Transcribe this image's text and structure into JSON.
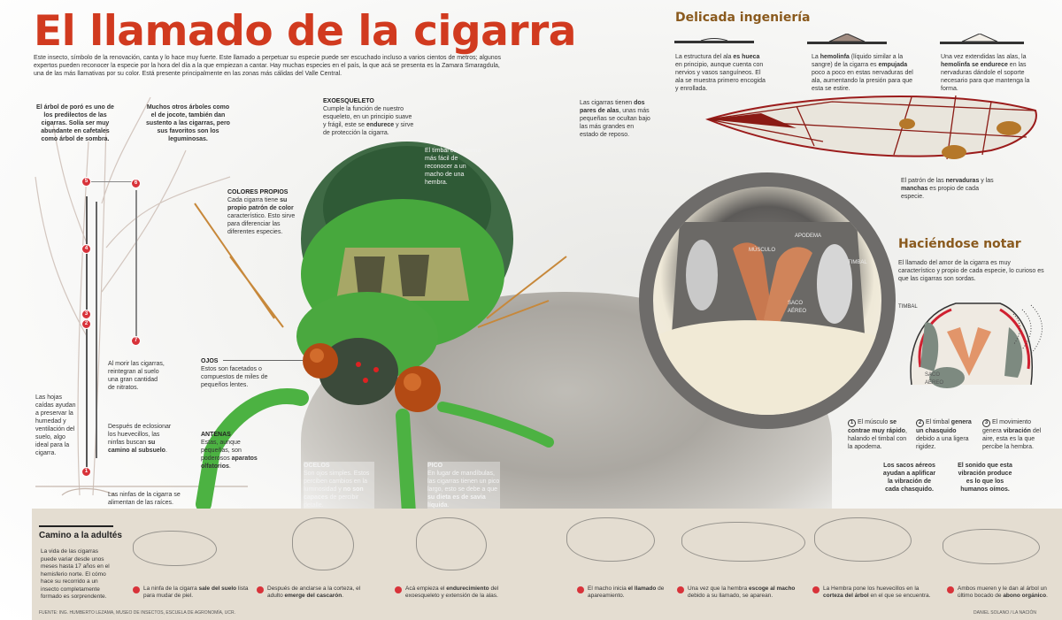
{
  "header": {
    "title": "El llamado de la cigarra",
    "intro": "Este insecto, símbolo de la renovación, canta y lo hace muy fuerte. Este llamado a perpetuar su especie puede ser escuchado incluso a varios cientos de metros; algunos expertos pueden reconocer la especie por la hora del día a la que empiezan a cantar. Hay muchas especies en el país, la que acá se presenta es la Zamara Smaragdula, una de las más llamativas por su color. Está presente principalmente en las zonas más cálidas del Valle Central."
  },
  "tree": {
    "poro_note": "El árbol de poró es uno de los predilectos de las cigarras. Solía ser muy abundante en cafetales como árbol de sombra.",
    "other_trees_note": "Muchos otros árboles como el de jocote, también dan sustento a las cigarras, pero sus favoritos son los leguminosas.",
    "dead_note": "Al morir las cigarras, reintegran al suelo una gran cantidad de nitratos.",
    "leaves_note": "Las hojas caídas ayudan a preservar la humedad y ventilación del suelo, algo ideal para la cigarra.",
    "hatch_note_a": "Después de eclosionar los huevecillos, las ninfas buscan ",
    "hatch_note_b": "su camino al subsuelo",
    "hatch_note_c": ".",
    "roots_note": "Las ninfas de la cigarra se alimentan de las raíces.",
    "markers": [
      "1",
      "2",
      "3",
      "4",
      "5",
      "6",
      "7"
    ]
  },
  "anatomy": {
    "exo_title": "EXOESQUELETO",
    "exo_text_a": "Cumple la función de nuestro esqueleto, en un principio suave y frágil, este se ",
    "exo_text_b": "endurece",
    "exo_text_c": " y sirve de protección la cigarra.",
    "timbal_note": "El timbal es la forma más fácil de reconocer a un macho de una hembra.",
    "colors_title": "COLORES PROPIOS",
    "colors_text_a": "Cada cigarra tiene ",
    "colors_text_b": "su propio patrón de color",
    "colors_text_c": " característico. Esto sirve para diferenciar las diferentes especies.",
    "eyes_title": "OJOS",
    "eyes_text": "Estos son facetados o compuestos de miles de pequeños lentes.",
    "antennae_title": "ANTENAS",
    "antennae_text_a": "Estas, aunque pequeñas, son poderosos ",
    "antennae_text_b": "aparatos olfatorios",
    "antennae_text_c": ".",
    "ocelli_title": "OCELOS",
    "ocelli_text_a": "Son ojos simples. Estos perciben cambios en la luminosidad y ",
    "ocelli_text_b": "no son capaces",
    "ocelli_text_c": " de percibir detalle.",
    "beak_title": "PICO",
    "beak_text_a": "En lugar de mandíbulas, las cigarras tienen un pico largo, esto se debe a que ",
    "beak_text_b": "su dieta es de savia líquida",
    "beak_text_c": ".",
    "wings_note_a": "Las cigarras tienen ",
    "wings_note_b": "dos pares de alas",
    "wings_note_c": ", unas más pequeñas se ocultan bajo las más grandes en estado de reposo."
  },
  "engineering": {
    "title": "Delicada ingeniería",
    "steps": [
      {
        "a": "La estructura del ala ",
        "b": "es hueca",
        "c": " en principio, aunque cuenta con nervios y vasos sanguíneos. El ala se muestra primero encogida y enrollada."
      },
      {
        "a": "La ",
        "b": "hemolinfa",
        "c": " (líquido similar a la sangre) de la cigarra es ",
        "d": "empujada",
        "e": " poco a poco en estas nervaduras del ala, aumentando la presión para que esta se estire."
      },
      {
        "a": "Una vez extendidas las alas, la ",
        "b": "hemolinfa se endurece",
        "c": " en las nervaduras dándole el soporte necesario para que mantenga la forma."
      }
    ],
    "pattern_a": "El patrón de las ",
    "pattern_b": "nervaduras",
    "pattern_c": " y las ",
    "pattern_d": "manchas",
    "pattern_e": " es propio de cada especie."
  },
  "zoom_circle": {
    "apodema": "APODEMA",
    "musculo": "MÚSCULO",
    "timbal": "TIMBAL",
    "saco": "SACO AÉREO"
  },
  "sound": {
    "title": "Haciéndose notar",
    "intro": "El llamado del amor de la cigarra es muy característico y propio de cada especie, lo curioso es que las cigarras son sordas.",
    "timbal_label": "TIMBAL",
    "saco_label": "SACO AÉREO",
    "steps": [
      {
        "n": "1",
        "a": "El músculo ",
        "b": "se contrae muy rápido",
        "c": ", halando el timbal con la apodema."
      },
      {
        "n": "2",
        "a": "El timbal ",
        "b": "genera un chasquido",
        "c": " debido a una ligera rigidez."
      },
      {
        "n": "3",
        "a": "El movimiento genera ",
        "b": "vibración",
        "c": " del aire, esta es la que percibe la hembra."
      }
    ],
    "sacs_note": "Los sacos aéreos ayudan a aplificar la vibración de cada chasquido.",
    "human_note": "El sonido que esta vibración produce es lo que los humanos oímos."
  },
  "lifecycle": {
    "title": "Camino a la adultés",
    "intro": "La vida de las cigarras puede variar desde unos meses hasta 17 años en el hemisferio norte. El cómo hace su recorrido a un insecto completamente formado es sorprendente.",
    "steps": [
      {
        "a": "La ninfa de la cigarra ",
        "b": "sale del suelo",
        "c": " lista para mudar de piel."
      },
      {
        "a": "Después de anclarse a la corteza, el adulto ",
        "b": "emerge del cascarón",
        "c": "."
      },
      {
        "a": "Acá empieza el ",
        "b": "endurecimiento",
        "c": " del exoesqueleto y extensión de la alas."
      },
      {
        "a": "El macho inicia ",
        "b": "el llamado",
        "c": " de apareamiento."
      },
      {
        "a": "Una vez que la hembra ",
        "b": "escoge al macho",
        "c": " debido a su llamado, se aparean."
      },
      {
        "a": "La Hembra pone los huevecillos en la ",
        "b": "corteza del árbol",
        "c": " en el que se encuentra."
      },
      {
        "a": "Ambos mueren y le dan al árbol un último bocado de ",
        "b": "abono orgánico",
        "c": "."
      }
    ]
  },
  "footer": {
    "source": "FUENTE: ING. HUMBERTO LEZAMA, MUSEO DE INSECTOS, ESCUELA DE AGRONOMÍA, UCR.",
    "credit": "DANIEL SOLANO / LA NACIÓN"
  },
  "colors": {
    "title_red": "#d13a1f",
    "section_brown": "#8a5a1e",
    "marker_red": "#d8333a",
    "cicada_green": "#3fa53a",
    "bottom_band": "#e4ddd1"
  }
}
